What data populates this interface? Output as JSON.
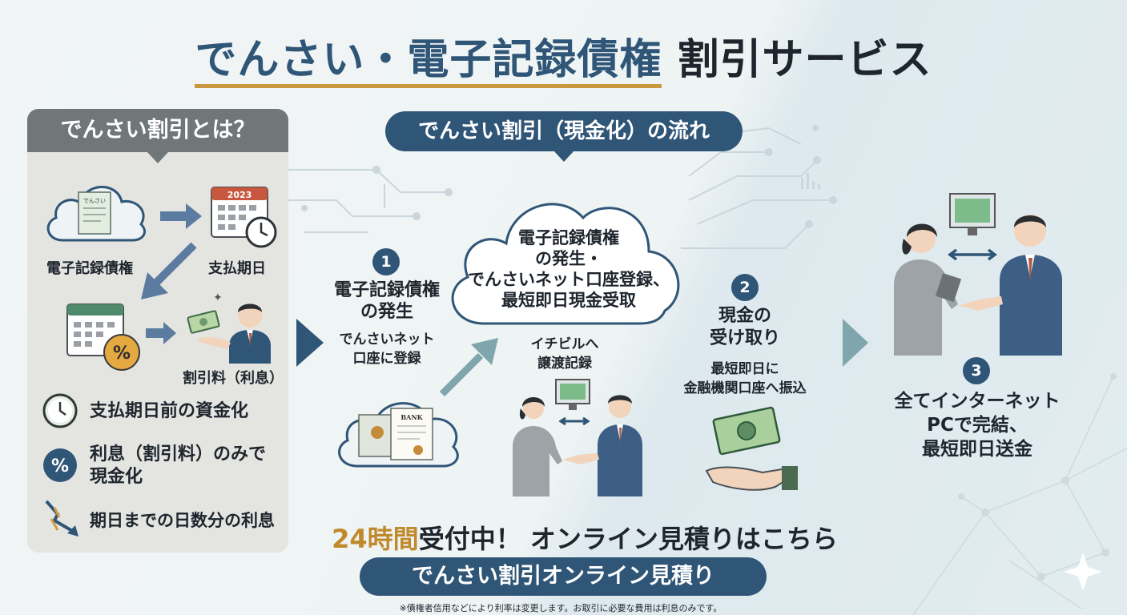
{
  "title": {
    "highlight": "でんさい・電子記録債権",
    "rest": "割引サービス"
  },
  "left_panel": {
    "heading": "でんさい割引とは？",
    "calendar_year": "2023",
    "doc_text": "でんさい",
    "label_ecredit": "電子記録債権",
    "label_due": "支払期日",
    "label_fee": "割引料（利息）",
    "features": [
      "支払期日前の資金化",
      "利息（割引料）のみで\n現金化",
      "期日までの日数分の利息"
    ]
  },
  "flow": {
    "heading": "でんさい割引（現金化）の流れ",
    "cloud_text": "電子記録債権\nの発生・\nでんさいネット口座登録、\n最短即日現金受取",
    "step1": {
      "num": "1",
      "title": "電子記録債権\nの発生",
      "sub": "でんさいネット\n口座に登録"
    },
    "transfer": "イチビルへ\n譲渡記録",
    "cert_text": "BANK",
    "step2": {
      "num": "2",
      "title": "現金の\n受け取り",
      "sub": "最短即日に\n金融機関口座へ振込"
    },
    "step3": {
      "num": "3",
      "title": "全てインターネット\nPCで完結、\n最短即日送金"
    }
  },
  "cta": {
    "gold": "24時間",
    "text": "受付中！ オンライン見積りはこちら",
    "button": "でんさい割引オンライン見積り",
    "note": "※債権者信用などにより利率は変更します。お取引に必要な費用は利息のみです。"
  },
  "colors": {
    "navy": "#2f5577",
    "gold": "#c08a2c",
    "panel": "#e4e4e1",
    "panel_head": "#6f7779",
    "teal_arrow": "#7fa6ad"
  }
}
